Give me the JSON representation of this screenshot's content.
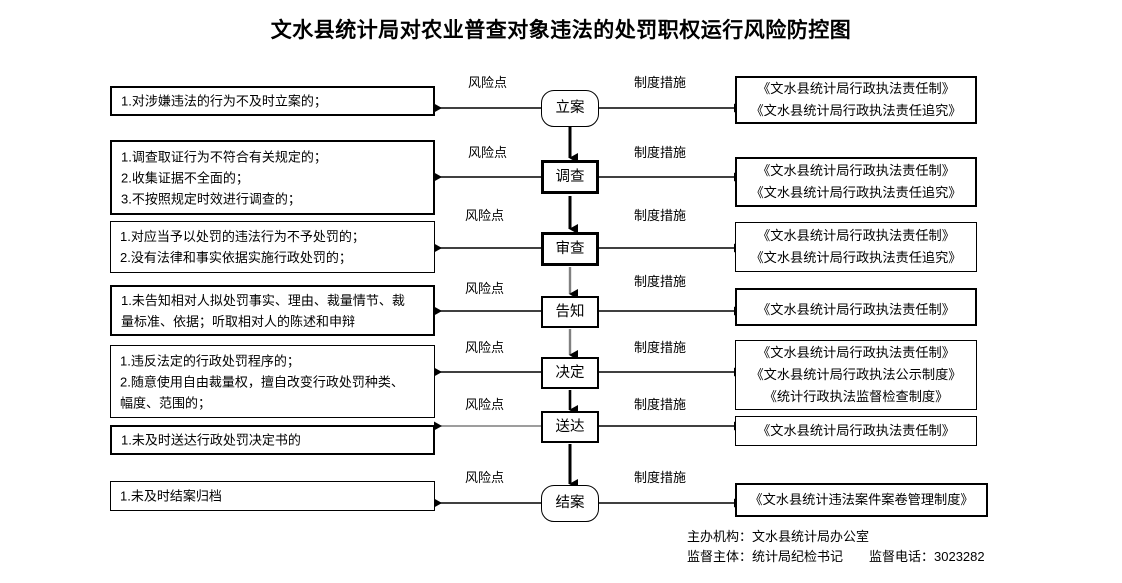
{
  "title": "文水县统计局对农业普查对象违法的处罚职权运行风险防控图",
  "edge_labels": {
    "risk": "风险点",
    "measure": "制度措施"
  },
  "process_nodes": [
    {
      "label": "立案",
      "shape": "rounded"
    },
    {
      "label": "调查",
      "shape": "rect"
    },
    {
      "label": "审查",
      "shape": "rect"
    },
    {
      "label": "告知",
      "shape": "rect"
    },
    {
      "label": "决定",
      "shape": "rect"
    },
    {
      "label": "送达",
      "shape": "rect"
    },
    {
      "label": "结案",
      "shape": "rounded"
    }
  ],
  "risk_boxes": [
    {
      "text": "1.对涉嫌违法的行为不及时立案的；"
    },
    {
      "text": "1.调查取证行为不符合有关规定的；\n2.收集证据不全面的；\n3.不按照规定时效进行调查的；"
    },
    {
      "text": "1.对应当予以处罚的违法行为不予处罚的；\n2.没有法律和事实依据实施行政处罚的；"
    },
    {
      "text": "1.未告知相对人拟处罚事实、理由、裁量情节、裁\n量标准、依据；听取相对人的陈述和申辩"
    },
    {
      "text": "1.违反法定的行政处罚程序的；\n2.随意使用自由裁量权，擅自改变行政处罚种类、\n幅度、范围的；"
    },
    {
      "text": "1.未及时送达行政处罚决定书的"
    },
    {
      "text": "1.未及时结案归档"
    }
  ],
  "measure_boxes": [
    {
      "text": "《文水县统计局行政执法责任制》\n《文水县统计局行政执法责任追究》"
    },
    {
      "text": "《文水县统计局行政执法责任制》\n《文水县统计局行政执法责任追究》"
    },
    {
      "text": "《文水县统计局行政执法责任制》\n《文水县统计局行政执法责任追究》"
    },
    {
      "text": "《文水县统计局行政执法责任制》"
    },
    {
      "text": "《文水县统计局行政执法责任制》\n《文水县统计局行政执法公示制度》\n《统计行政执法监督检查制度》"
    },
    {
      "text": "《文水县统计局行政执法责任制》"
    },
    {
      "text": "《文水县统计违法案件案卷管理制度》"
    }
  ],
  "footer": {
    "line1": "主办机构：文水县统计局办公室",
    "line2": "监督主体：统计局纪检书记　　监督电话：3023282"
  },
  "colors": {
    "line": "#000000",
    "line_gray": "#808080",
    "background": "#ffffff"
  }
}
